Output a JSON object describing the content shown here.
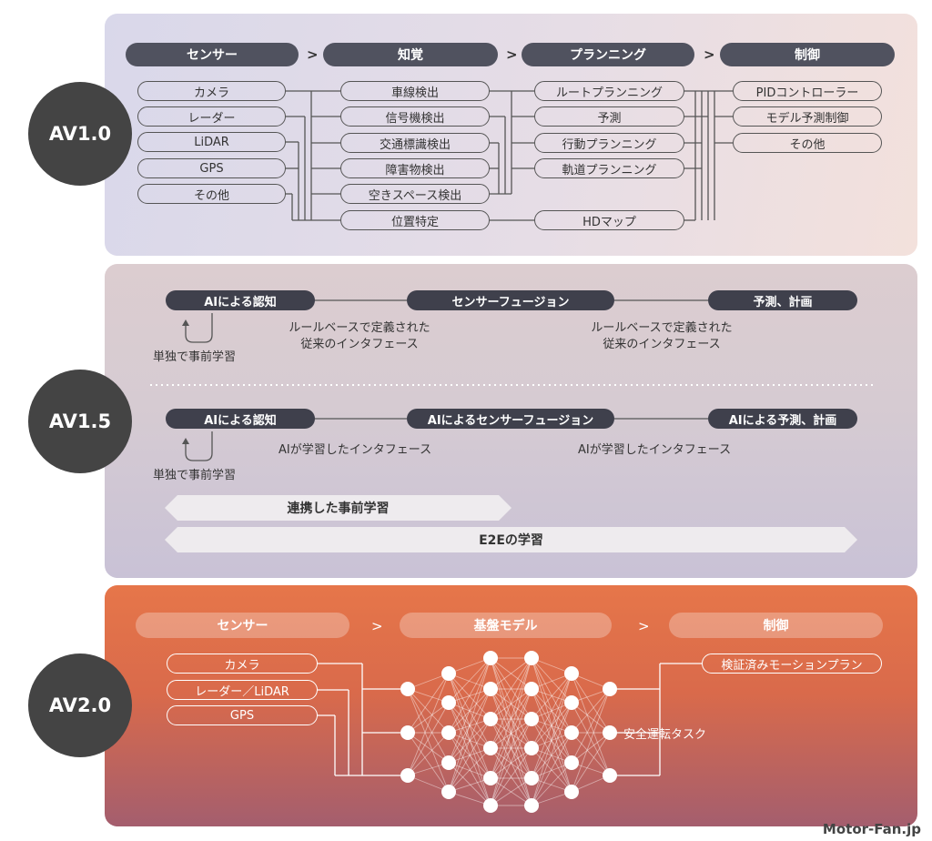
{
  "av10": {
    "label": "AV1.0",
    "headers": [
      "センサー",
      "知覚",
      "プランニング",
      "制御"
    ],
    "sensors": [
      "カメラ",
      "レーダー",
      "LiDAR",
      "GPS",
      "その他"
    ],
    "perception": [
      "車線検出",
      "信号機検出",
      "交通標識検出",
      "障害物検出",
      "空きスペース検出",
      "位置特定"
    ],
    "planning": [
      "ルートプランニング",
      "予測",
      "行動プランニング",
      "軌道プランニング",
      "HDマップ"
    ],
    "control": [
      "PIDコントローラー",
      "モデル予測制御",
      "その他"
    ]
  },
  "av15": {
    "label": "AV1.5",
    "top": {
      "nodes": [
        "AIによる認知",
        "センサーフュージョン",
        "予測、計画"
      ],
      "note1": "ルールベースで定義された\n従来のインタフェース",
      "note2": "ルールベースで定義された\n従来のインタフェース",
      "solo": "単独で事前学習"
    },
    "bottom": {
      "nodes": [
        "AIによる認知",
        "AIによるセンサーフュージョン",
        "AIによる予測、計画"
      ],
      "note1": "AIが学習したインタフェース",
      "note2": "AIが学習したインタフェース",
      "solo": "単独で事前学習"
    },
    "band1": "連携した事前学習",
    "band2": "E2Eの学習"
  },
  "av20": {
    "label": "AV2.0",
    "headers": [
      "センサー",
      "基盤モデル",
      "制御"
    ],
    "inputs": [
      "カメラ",
      "レーダー／LiDAR",
      "GPS"
    ],
    "output": "検証済みモーションプラン",
    "task": "安全運転タスク"
  },
  "chevron": ">",
  "watermark": "Motor-Fan.jp"
}
